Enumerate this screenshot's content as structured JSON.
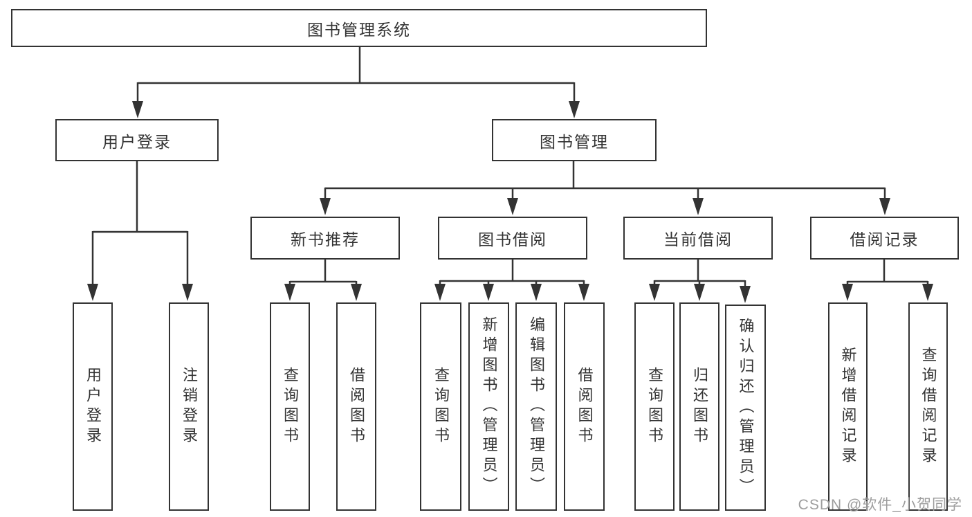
{
  "nodes": {
    "root": {
      "label": "图书管理系统"
    },
    "user_login": {
      "label": "用户登录",
      "children": [
        "用户登录",
        "注销登录"
      ]
    },
    "book_management": {
      "label": "图书管理"
    },
    "new_book_recommend": {
      "label": "新书推荐",
      "children": [
        "查询图书",
        "借阅图书"
      ]
    },
    "book_borrow": {
      "label": "图书借阅",
      "children": [
        "查询图书",
        "新增图书（管理员）",
        "编辑图书（管理员）",
        "借阅图书"
      ]
    },
    "current_borrow": {
      "label": "当前借阅",
      "children": [
        "查询图书",
        "归还图书",
        "确认归还（管理员）"
      ]
    },
    "borrow_record": {
      "label": "借阅记录",
      "children": [
        "新增借阅记录",
        "查询借阅记录"
      ]
    }
  },
  "watermark": "CSDN @软件_小贺同学",
  "colors": {
    "line": "#333333",
    "text": "#333333",
    "background": "#ffffff",
    "watermark": "#9d9d9d"
  }
}
